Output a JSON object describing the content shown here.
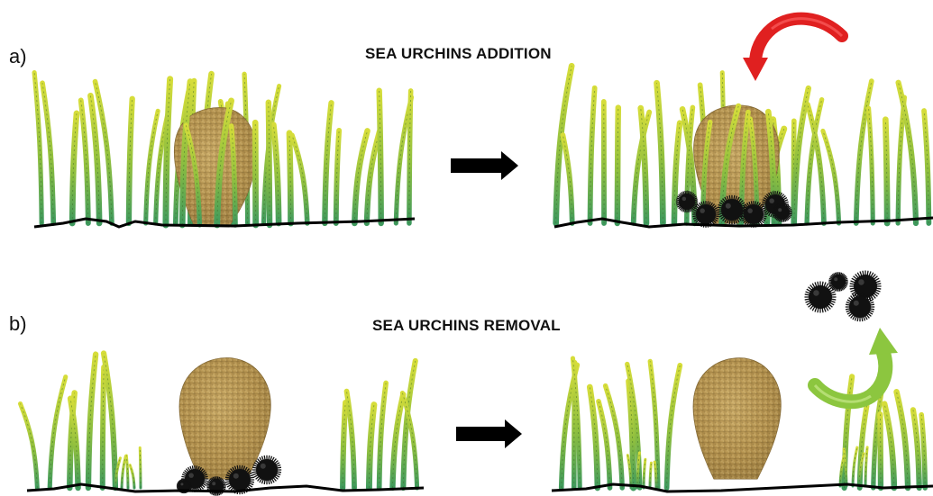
{
  "panels": [
    {
      "letter": "a)",
      "title": "SEA URCHINS ADDITION",
      "before": {
        "urchins": 0
      },
      "after": {
        "urchins": 6
      },
      "arrow_color": "#e02020"
    },
    {
      "letter": "b)",
      "title": "SEA URCHINS REMOVAL",
      "before": {
        "urchins": 5
      },
      "after": {
        "urchins": 0,
        "removed_urchins": 4
      },
      "arrow_color": "#8cc63f"
    }
  ],
  "colors": {
    "seagrass_top": "#d6dd3a",
    "seagrass_bottom": "#3f9a5e",
    "pen_shell": "#b99a55",
    "urchin": "#111111",
    "seabed": "#000000",
    "process_arrow": "#000000"
  },
  "icons": {
    "process_arrow": "right-arrow-icon",
    "addition_arrow": "curved-arrow-icon",
    "removal_arrow": "curved-arrow-icon",
    "shell": "pen-shell-icon",
    "urchin": "sea-urchin-icon"
  }
}
